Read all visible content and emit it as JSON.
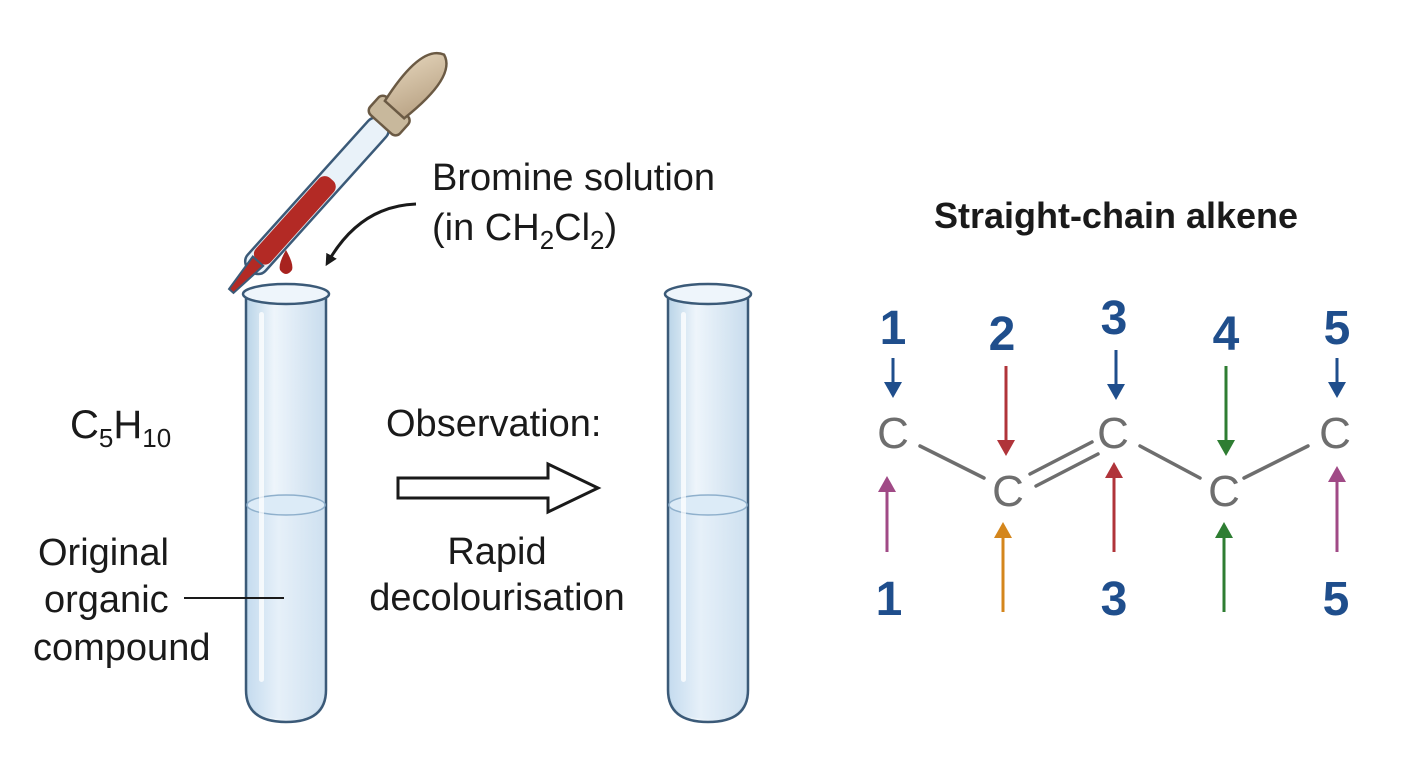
{
  "reagent_label": {
    "line1": "Bromine solution",
    "line2_prefix": "(in CH",
    "line2_sub1": "2",
    "line2_mid": "Cl",
    "line2_sub2": "2",
    "line2_suffix": ")"
  },
  "formula": {
    "c": "C",
    "c_sub": "5",
    "h": "H",
    "h_sub": "10"
  },
  "compound_label": [
    "Original",
    "organic",
    "compound"
  ],
  "observation": {
    "heading": "Observation:",
    "result_line1": "Rapid",
    "result_line2": "decolourisation"
  },
  "alkene": {
    "title": "Straight-chain alkene",
    "atom_symbol": "C",
    "top_numbers": [
      "1",
      "2",
      "3",
      "4",
      "5"
    ],
    "bottom_numbers": [
      "1",
      "3",
      "5"
    ]
  },
  "colors": {
    "number_blue": "#1f4e8c",
    "bond_gray": "#6e6e6e",
    "arrow_blue": "#1f4e8c",
    "arrow_red": "#b0343a",
    "arrow_green": "#2e7d32",
    "arrow_purple": "#a04a86",
    "arrow_orange": "#d4861c",
    "bromine_red": "#a8231f"
  }
}
